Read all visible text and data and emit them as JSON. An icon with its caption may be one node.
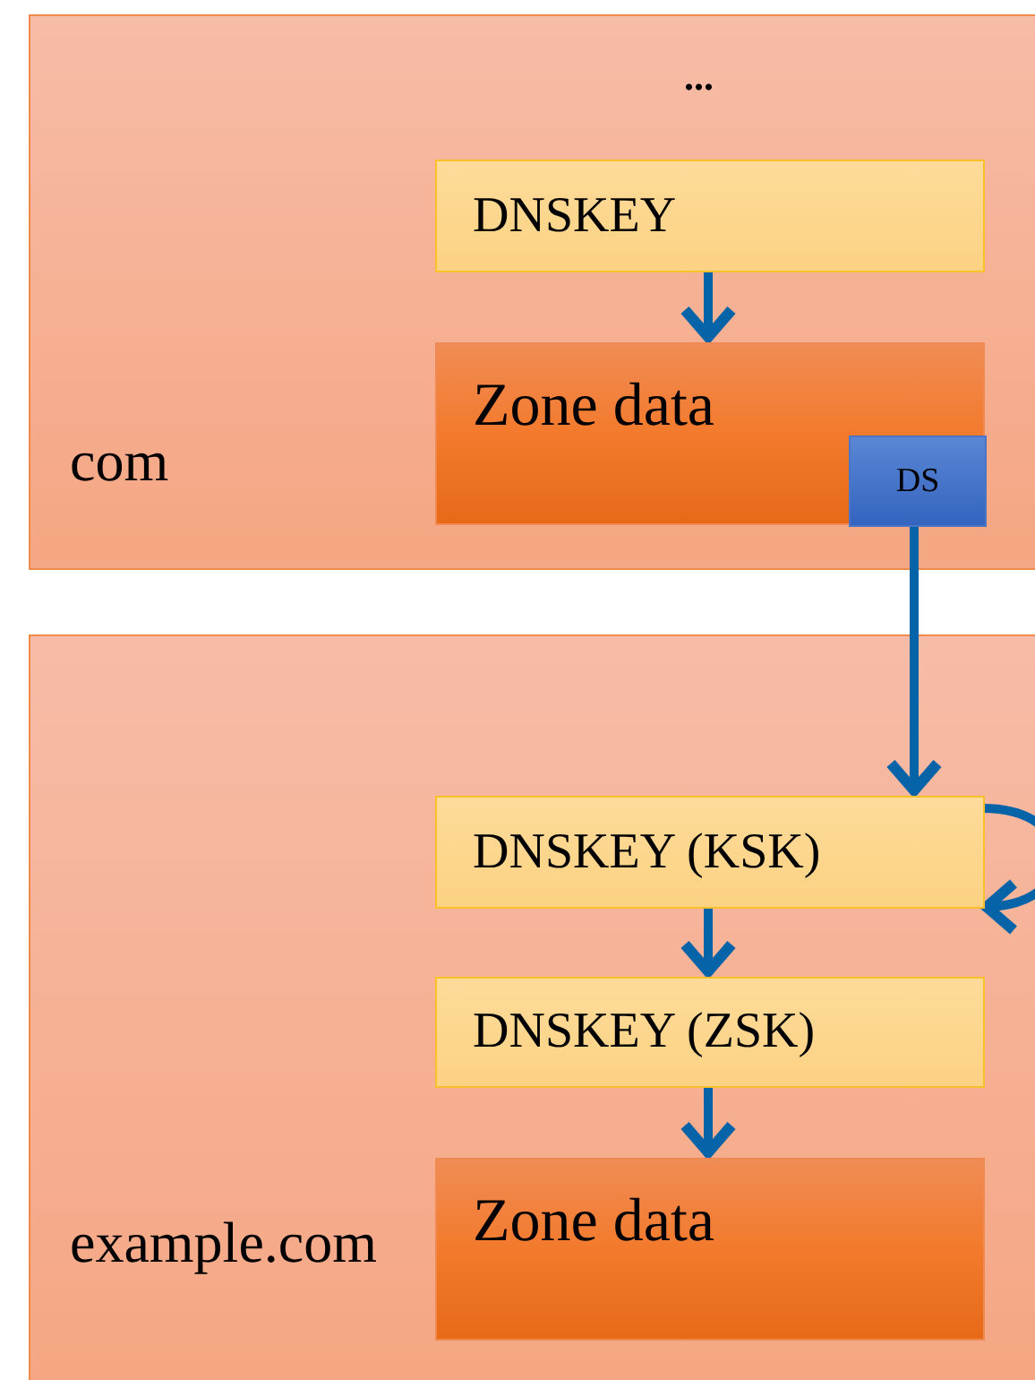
{
  "diagram": {
    "nodes": [
      {
        "text": [
          "com"
        ]
      },
      {
        "text": [
          "DNSKEY"
        ],
        "in": 0
      },
      {
        "text": [
          "Zone data"
        ],
        "in": 0
      },
      {
        "text": [
          "DS"
        ],
        "in": 2
      },
      {
        "text": [
          "example.com"
        ]
      },
      {
        "text": [
          "DNSKEY (KSK)"
        ],
        "in": 4
      },
      {
        "text": [
          "DNSKEY (ZSK)"
        ],
        "in": 4
      },
      {
        "text": [
          "Zone data"
        ],
        "in": 4
      }
    ],
    "edges": [
      {
        "from": 1,
        "to": 2,
        "arrow": "to"
      },
      {
        "from": 3,
        "to": 5,
        "arrow": "to"
      },
      {
        "from": 5,
        "to": 5,
        "arrow": "to"
      },
      {
        "from": 5,
        "to": 6,
        "arrow": "to"
      },
      {
        "from": 6,
        "to": 7,
        "arrow": "to"
      }
    ],
    "labels": [
      "..."
    ]
  }
}
